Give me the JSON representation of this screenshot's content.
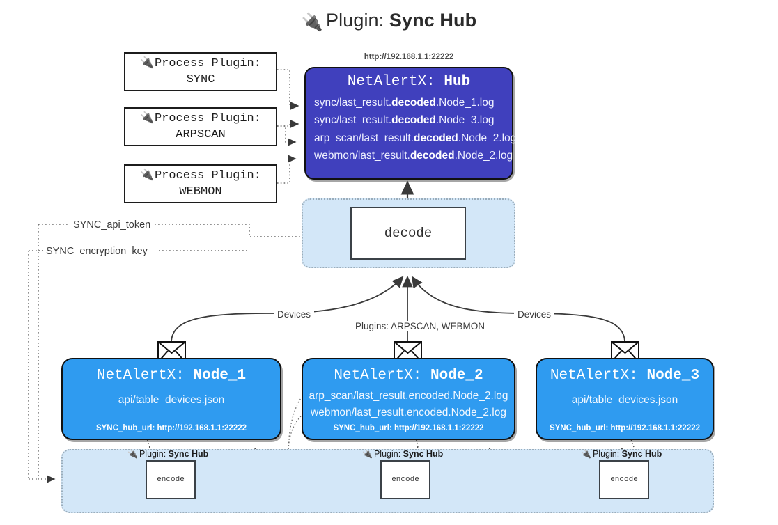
{
  "title": {
    "icon": "plug-icon",
    "prefix": "Plugin:",
    "name": "Sync Hub"
  },
  "process_plugins": [
    {
      "icon": "plug-icon",
      "line1": "Process Plugin:",
      "line2": "SYNC"
    },
    {
      "icon": "plug-icon",
      "line1": "Process Plugin:",
      "line2": "ARPSCAN"
    },
    {
      "icon": "plug-icon",
      "line1": "Process Plugin:",
      "line2": "WEBMON"
    }
  ],
  "hub": {
    "url": "http://192.168.1.1:22222",
    "title_prefix": "NetAlertX:",
    "title_name": "Hub",
    "logs": [
      {
        "pre": "sync/last_result.",
        "mid": "decoded",
        "post": ".Node_1.log"
      },
      {
        "pre": "sync/last_result.",
        "mid": "decoded",
        "post": ".Node_3.log"
      },
      {
        "pre": "arp_scan/last_result.",
        "mid": "decoded",
        "post": ".Node_2.log"
      },
      {
        "pre": "webmon/last_result.",
        "mid": "decoded",
        "post": ".Node_2.log"
      }
    ]
  },
  "decode": {
    "label": "decode"
  },
  "settings": {
    "api_token": "SYNC_api_token",
    "encryption_key": "SYNC_encryption_key"
  },
  "edge_labels": {
    "devices_left": "Devices",
    "devices_right": "Devices",
    "plugins_center": "Plugins: ARPSCAN, WEBMON"
  },
  "nodes": [
    {
      "title_prefix": "NetAlertX:",
      "title_name": "Node_1",
      "lines": [
        "api/table_devices.json"
      ],
      "hub_url_label": "SYNC_hub_url:",
      "hub_url": "http://192.168.1.1:22222",
      "envelope": "envelope-icon"
    },
    {
      "title_prefix": "NetAlertX:",
      "title_name": "Node_2",
      "lines": [
        "arp_scan/last_result.encoded.Node_2.log",
        "webmon/last_result.encoded.Node_2.log"
      ],
      "hub_url_label": "SYNC_hub_url:",
      "hub_url": "http://192.168.1.1:22222",
      "envelope": "envelope-icon"
    },
    {
      "title_prefix": "NetAlertX:",
      "title_name": "Node_3",
      "lines": [
        "api/table_devices.json"
      ],
      "hub_url_label": "SYNC_hub_url:",
      "hub_url": "http://192.168.1.1:22222",
      "envelope": "envelope-icon"
    }
  ],
  "encoders": [
    {
      "plugin_prefix": "Plugin:",
      "plugin_name": "Sync Hub",
      "label": "encode",
      "icon": "plug-icon"
    },
    {
      "plugin_prefix": "Plugin:",
      "plugin_name": "Sync Hub",
      "label": "encode",
      "icon": "plug-icon"
    },
    {
      "plugin_prefix": "Plugin:",
      "plugin_name": "Sync Hub",
      "label": "encode",
      "icon": "plug-icon"
    }
  ],
  "colors": {
    "hub_fill": "#4040bd",
    "node_fill": "#2f9bf0",
    "container_fill": "#d3e7f8",
    "stroke": "#111111",
    "dotted_stroke": "#9aacba"
  }
}
